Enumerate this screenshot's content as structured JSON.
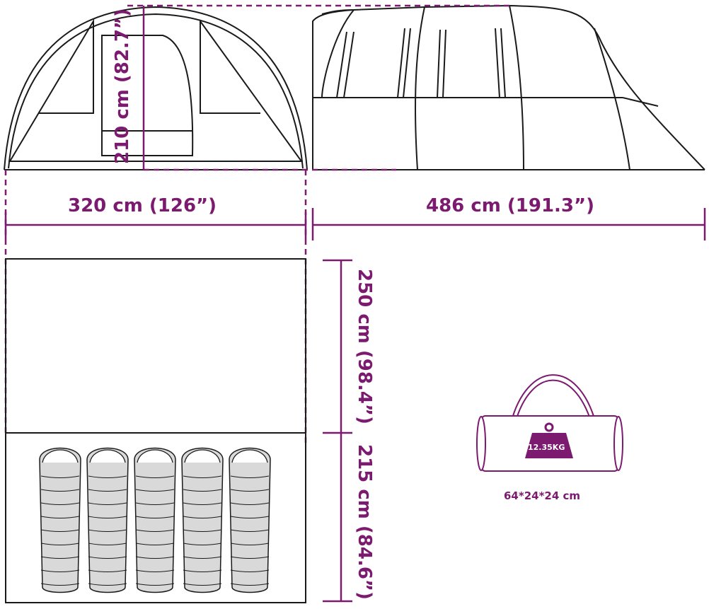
{
  "colors": {
    "outline": "#1a1a1a",
    "dimension": "#7b1a6e",
    "bag_fill": "#ffffff",
    "sleeping_bag_fill": "#d9d9d9",
    "weight_fill": "#7b1a6e"
  },
  "dimensions": {
    "height": "210 cm (82.7”)",
    "width": "320 cm (126”)",
    "length": "486 cm (191.3”)",
    "vestibule_depth": "250 cm (98.4”)",
    "bedroom_depth": "215 cm (84.6”)"
  },
  "bag": {
    "weight": "12.35KG",
    "size": "64*24*24 cm"
  },
  "sleeping_bags": {
    "count": 5
  }
}
